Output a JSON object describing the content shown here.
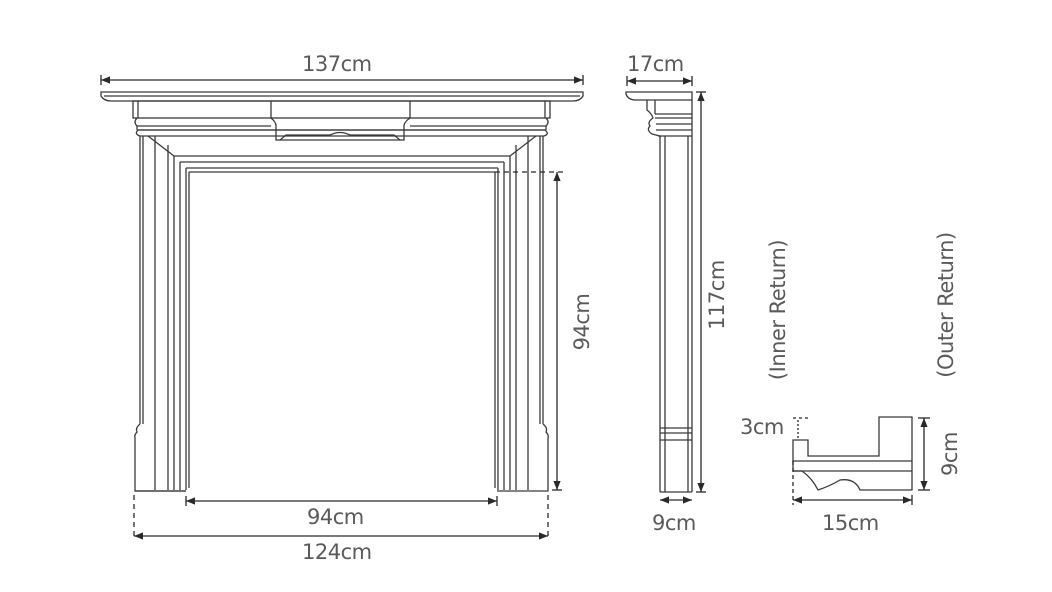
{
  "diagram": {
    "type": "fireplace-mantel-dimension-drawing",
    "line_color": "#3a3a3a",
    "text_color": "#5a5a5a",
    "front_view": {
      "overall_width_label": "137cm",
      "opening_height_label": "94cm",
      "opening_width_label": "94cm",
      "footprint_width_label": "124cm"
    },
    "side_view": {
      "shelf_depth_label": "17cm",
      "overall_height_label": "117cm",
      "leg_depth_label": "9cm"
    },
    "return_profile": {
      "inner_return_label": "(Inner Return)",
      "outer_return_label": "(Outer Return)",
      "inset_label": "3cm",
      "height_label": "9cm",
      "width_label": "15cm"
    }
  }
}
